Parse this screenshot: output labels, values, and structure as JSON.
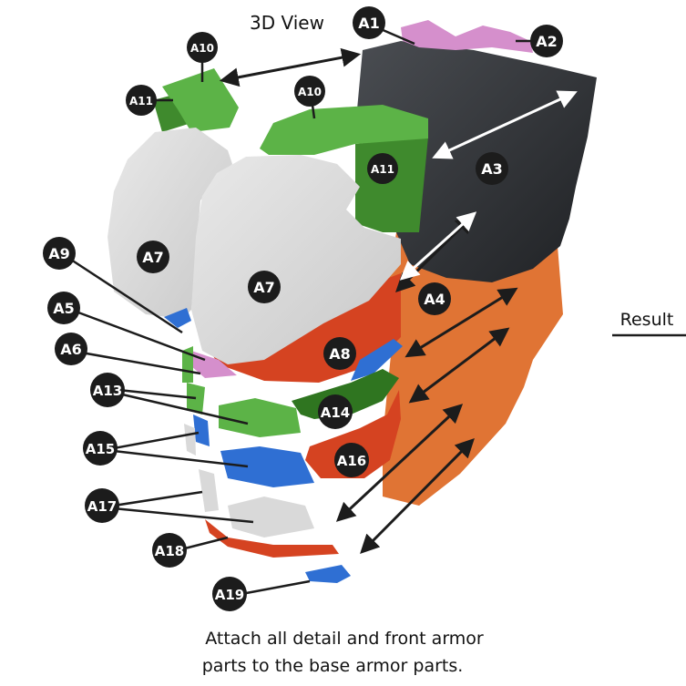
{
  "title": "3D View",
  "side_label": "Result",
  "instruction": {
    "line1": "Attach all detail and front armor",
    "line2": "parts to the base armor parts."
  },
  "parts": {
    "a1": "A1",
    "a2": "A2",
    "a3": "A3",
    "a4": "A4",
    "a5": "A5",
    "a6": "A6",
    "a7_left": "A7",
    "a7_right": "A7",
    "a8": "A8",
    "a9": "A9",
    "a10_left": "A10",
    "a10_right": "A10",
    "a11_left": "A11",
    "a11_right": "A11",
    "a13": "A13",
    "a14": "A14",
    "a15": "A15",
    "a16": "A16",
    "a17": "A17",
    "a18": "A18",
    "a19": "A19"
  },
  "colors": {
    "black": "#2e3134",
    "orange": "#e07434",
    "red": "#d54321",
    "green": "#5cb347",
    "dark_green": "#2f7520",
    "blue": "#2f6fd3",
    "pink": "#d58fcc",
    "light_gray": "#d9d9d9",
    "badge": "#1c1c1c"
  }
}
